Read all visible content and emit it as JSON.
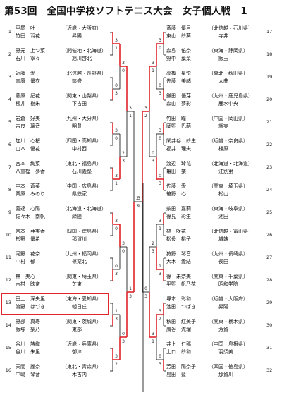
{
  "title": {
    "edition": "第53回",
    "tournament": "全国中学校ソフトテニス大会",
    "event": "女子個人戦",
    "page": "1"
  },
  "colors": {
    "win": "#e0252b",
    "line": "#222222",
    "highlight": "#e0252b"
  },
  "left_entries": [
    {
      "num": "1",
      "p1": "平尾　叶",
      "p2": "竹田　羽花",
      "region": "（近畿・大阪府）",
      "school": "昇陽"
    },
    {
      "num": "2",
      "p1": "野元　上つ菜",
      "p2": "石川　寧々",
      "region": "（開催地・北海道）",
      "school": "旭川啓北"
    },
    {
      "num": "3",
      "p1": "近藤　愛",
      "p2": "南原　優衣",
      "region": "（北信越・長野県）",
      "school": "鉢盛"
    },
    {
      "num": "4",
      "p1": "藤原　紀花",
      "p2": "櫻井　樹朱",
      "region": "（関東・山梨県）",
      "school": "下吉田"
    },
    {
      "num": "5",
      "p1": "岩倉　好美",
      "p2": "吉良　璃音",
      "region": "（九州・大分県）",
      "school": "明豊"
    },
    {
      "num": "6",
      "p1": "加川　心桜",
      "p2": "山本　優花",
      "region": "（四国・高知県）",
      "school": "中村西"
    },
    {
      "num": "7",
      "p1": "宮本　絢菜",
      "p2": "八重樫　夢香",
      "region": "（東北・福島県）",
      "school": "石川義塾"
    },
    {
      "num": "8",
      "p1": "中本　蒼菜",
      "p2": "栗原　みのり",
      "region": "（中国・広島県）",
      "school": "県鉄家"
    },
    {
      "num": "9",
      "p1": "義達　心陽",
      "p2": "佐々木　南帆",
      "region": "（北海道・北海道）",
      "school": "緑陵"
    },
    {
      "num": "10",
      "p1": "宮本　亜実香",
      "p2": "杉野　優希",
      "region": "（四国・徳島県）",
      "school": "那賀川"
    },
    {
      "num": "11",
      "p1": "河野　花奈",
      "p2": "中村　郁",
      "region": "（九州・福岡県）",
      "school": "篠栗北"
    },
    {
      "num": "12",
      "p1": "林　美心",
      "p2": "木村　映奈",
      "region": "（関東・埼玉県）",
      "school": "芝東"
    },
    {
      "num": "13",
      "p1": "田上　深央里",
      "p2": "渡野　はづき",
      "region": "（東海・愛知県）",
      "school": "朝日丘"
    },
    {
      "num": "14",
      "p1": "野部　真寿",
      "p2": "飯塚　梨乃",
      "region": "（関東・茨城県）",
      "school": "東部"
    },
    {
      "num": "15",
      "p1": "谷川　詩織",
      "p2": "谷川　朱里",
      "region": "（近畿・兵庫県）",
      "school": "御津"
    },
    {
      "num": "16",
      "p1": "天間　麗奈",
      "p2": "中嶋　琴音",
      "region": "（東北・青森県）",
      "school": "木古内"
    }
  ],
  "right_entries": [
    {
      "num": "17",
      "p1": "斎藤　優月",
      "p2": "東山　紗葵",
      "region": "（北信越・石川県）",
      "school": "寺井"
    },
    {
      "num": "18",
      "p1": "森島　佑奈",
      "p2": "野中　葉菜",
      "region": "（東海・静岡県）",
      "school": "飯玉"
    },
    {
      "num": "19",
      "p1": "高橋　星悦",
      "p2": "佐藤　美緒",
      "region": "（東北・秋田県）",
      "school": "大曲"
    },
    {
      "num": "20",
      "p1": "鎌田　優芽",
      "p2": "森山　夢彩",
      "region": "（九州・鹿児島県）",
      "school": "鹿水中央"
    },
    {
      "num": "21",
      "p1": "竹田　瞳",
      "p2": "岡野　巴萌",
      "region": "（中国・岡山県）",
      "school": "就実"
    },
    {
      "num": "22",
      "p1": "閑井谷　紗生",
      "p2": "福井　理央",
      "region": "（近畿・奈良県）",
      "school": "橿原"
    },
    {
      "num": "23",
      "p1": "渡辺　玲花",
      "p2": "亀田　業",
      "region": "（北海道・北海道）",
      "school": "江別第一"
    },
    {
      "num": "24",
      "p1": "佐藤　愛",
      "p2": "笹野　心",
      "region": "（関東・埼玉県）",
      "school": "松山"
    },
    {
      "num": "25",
      "p1": "柴田　嘉莉",
      "p2": "篠見　彩生",
      "region": "（東海・岐阜県）",
      "school": "池田"
    },
    {
      "num": "26",
      "p1": "林　咲花",
      "p2": "松長　桃子",
      "region": "（北信越・富山県）",
      "school": "城端"
    },
    {
      "num": "27",
      "p1": "狩野　琴音",
      "p2": "大木　愛結",
      "region": "（九州・長崎県）",
      "school": "長田"
    },
    {
      "num": "28",
      "p1": "篠　未奈美",
      "p2": "平野　帆乃花",
      "region": "（関東・千葉県）",
      "school": "昭和学院"
    },
    {
      "num": "29",
      "p1": "塚本　彩和",
      "p2": "池田　つばき",
      "region": "（近畿・大阪府）",
      "school": "昇陽"
    },
    {
      "num": "30",
      "p1": "秋田　紅美子",
      "p2": "廣谷　流瑠",
      "region": "（関東・栃木県）",
      "school": "芳賀"
    },
    {
      "num": "31",
      "p1": "井上　仁那",
      "p2": "上口　紗和",
      "region": "（中国・島根県）",
      "school": "羽須美"
    },
    {
      "num": "32",
      "p1": "芳田　陽奈子",
      "p2": "島田　藍",
      "region": "（四国・徳島県）",
      "school": "那賀川"
    }
  ],
  "highlight_entry": "13",
  "scores": {
    "left_r1": [
      [
        "3",
        "1"
      ],
      [
        "0",
        "3"
      ],
      [
        "3",
        "0"
      ],
      [
        "3",
        "1"
      ],
      [
        "3",
        "0"
      ],
      [
        "0",
        "3"
      ],
      [
        "1",
        "3"
      ],
      [
        "3",
        "2"
      ]
    ],
    "right_r1": [
      [
        "3",
        "0"
      ],
      [
        "0",
        "3"
      ],
      [
        "3",
        "0"
      ],
      [
        "0",
        "3"
      ],
      [
        "3",
        "1"
      ],
      [
        "1",
        "3"
      ],
      [
        "3",
        "2"
      ],
      [
        "0",
        "3"
      ]
    ],
    "left_r2": [
      [
        "3",
        "0"
      ],
      [
        "2",
        "3"
      ],
      [
        "3",
        "0"
      ],
      [
        "0",
        "3"
      ]
    ],
    "right_r2": [
      [
        "3",
        "1"
      ],
      [
        "0",
        "3"
      ],
      [
        "2",
        "3"
      ],
      [
        "3",
        "1"
      ]
    ],
    "left_r3": [
      [
        "3",
        "1"
      ],
      [
        "1",
        "3"
      ]
    ],
    "right_r3": [
      [
        "3",
        "2"
      ],
      [
        "0",
        "3"
      ]
    ],
    "left_r4": [
      [
        "2",
        "3"
      ]
    ],
    "right_r4": [
      [
        "3",
        "1"
      ]
    ]
  },
  "winners": {
    "left_r1": [
      0,
      1,
      0,
      0,
      0,
      1,
      1,
      0
    ],
    "right_r1": [
      0,
      1,
      0,
      1,
      0,
      1,
      0,
      1
    ],
    "left_r2": [
      0,
      1,
      0,
      1
    ],
    "right_r2": [
      0,
      1,
      1,
      0
    ],
    "left_r3": [
      0,
      1
    ],
    "right_r3": [
      0,
      1
    ],
    "left_r4": [
      1
    ],
    "right_r4": [
      0
    ]
  }
}
